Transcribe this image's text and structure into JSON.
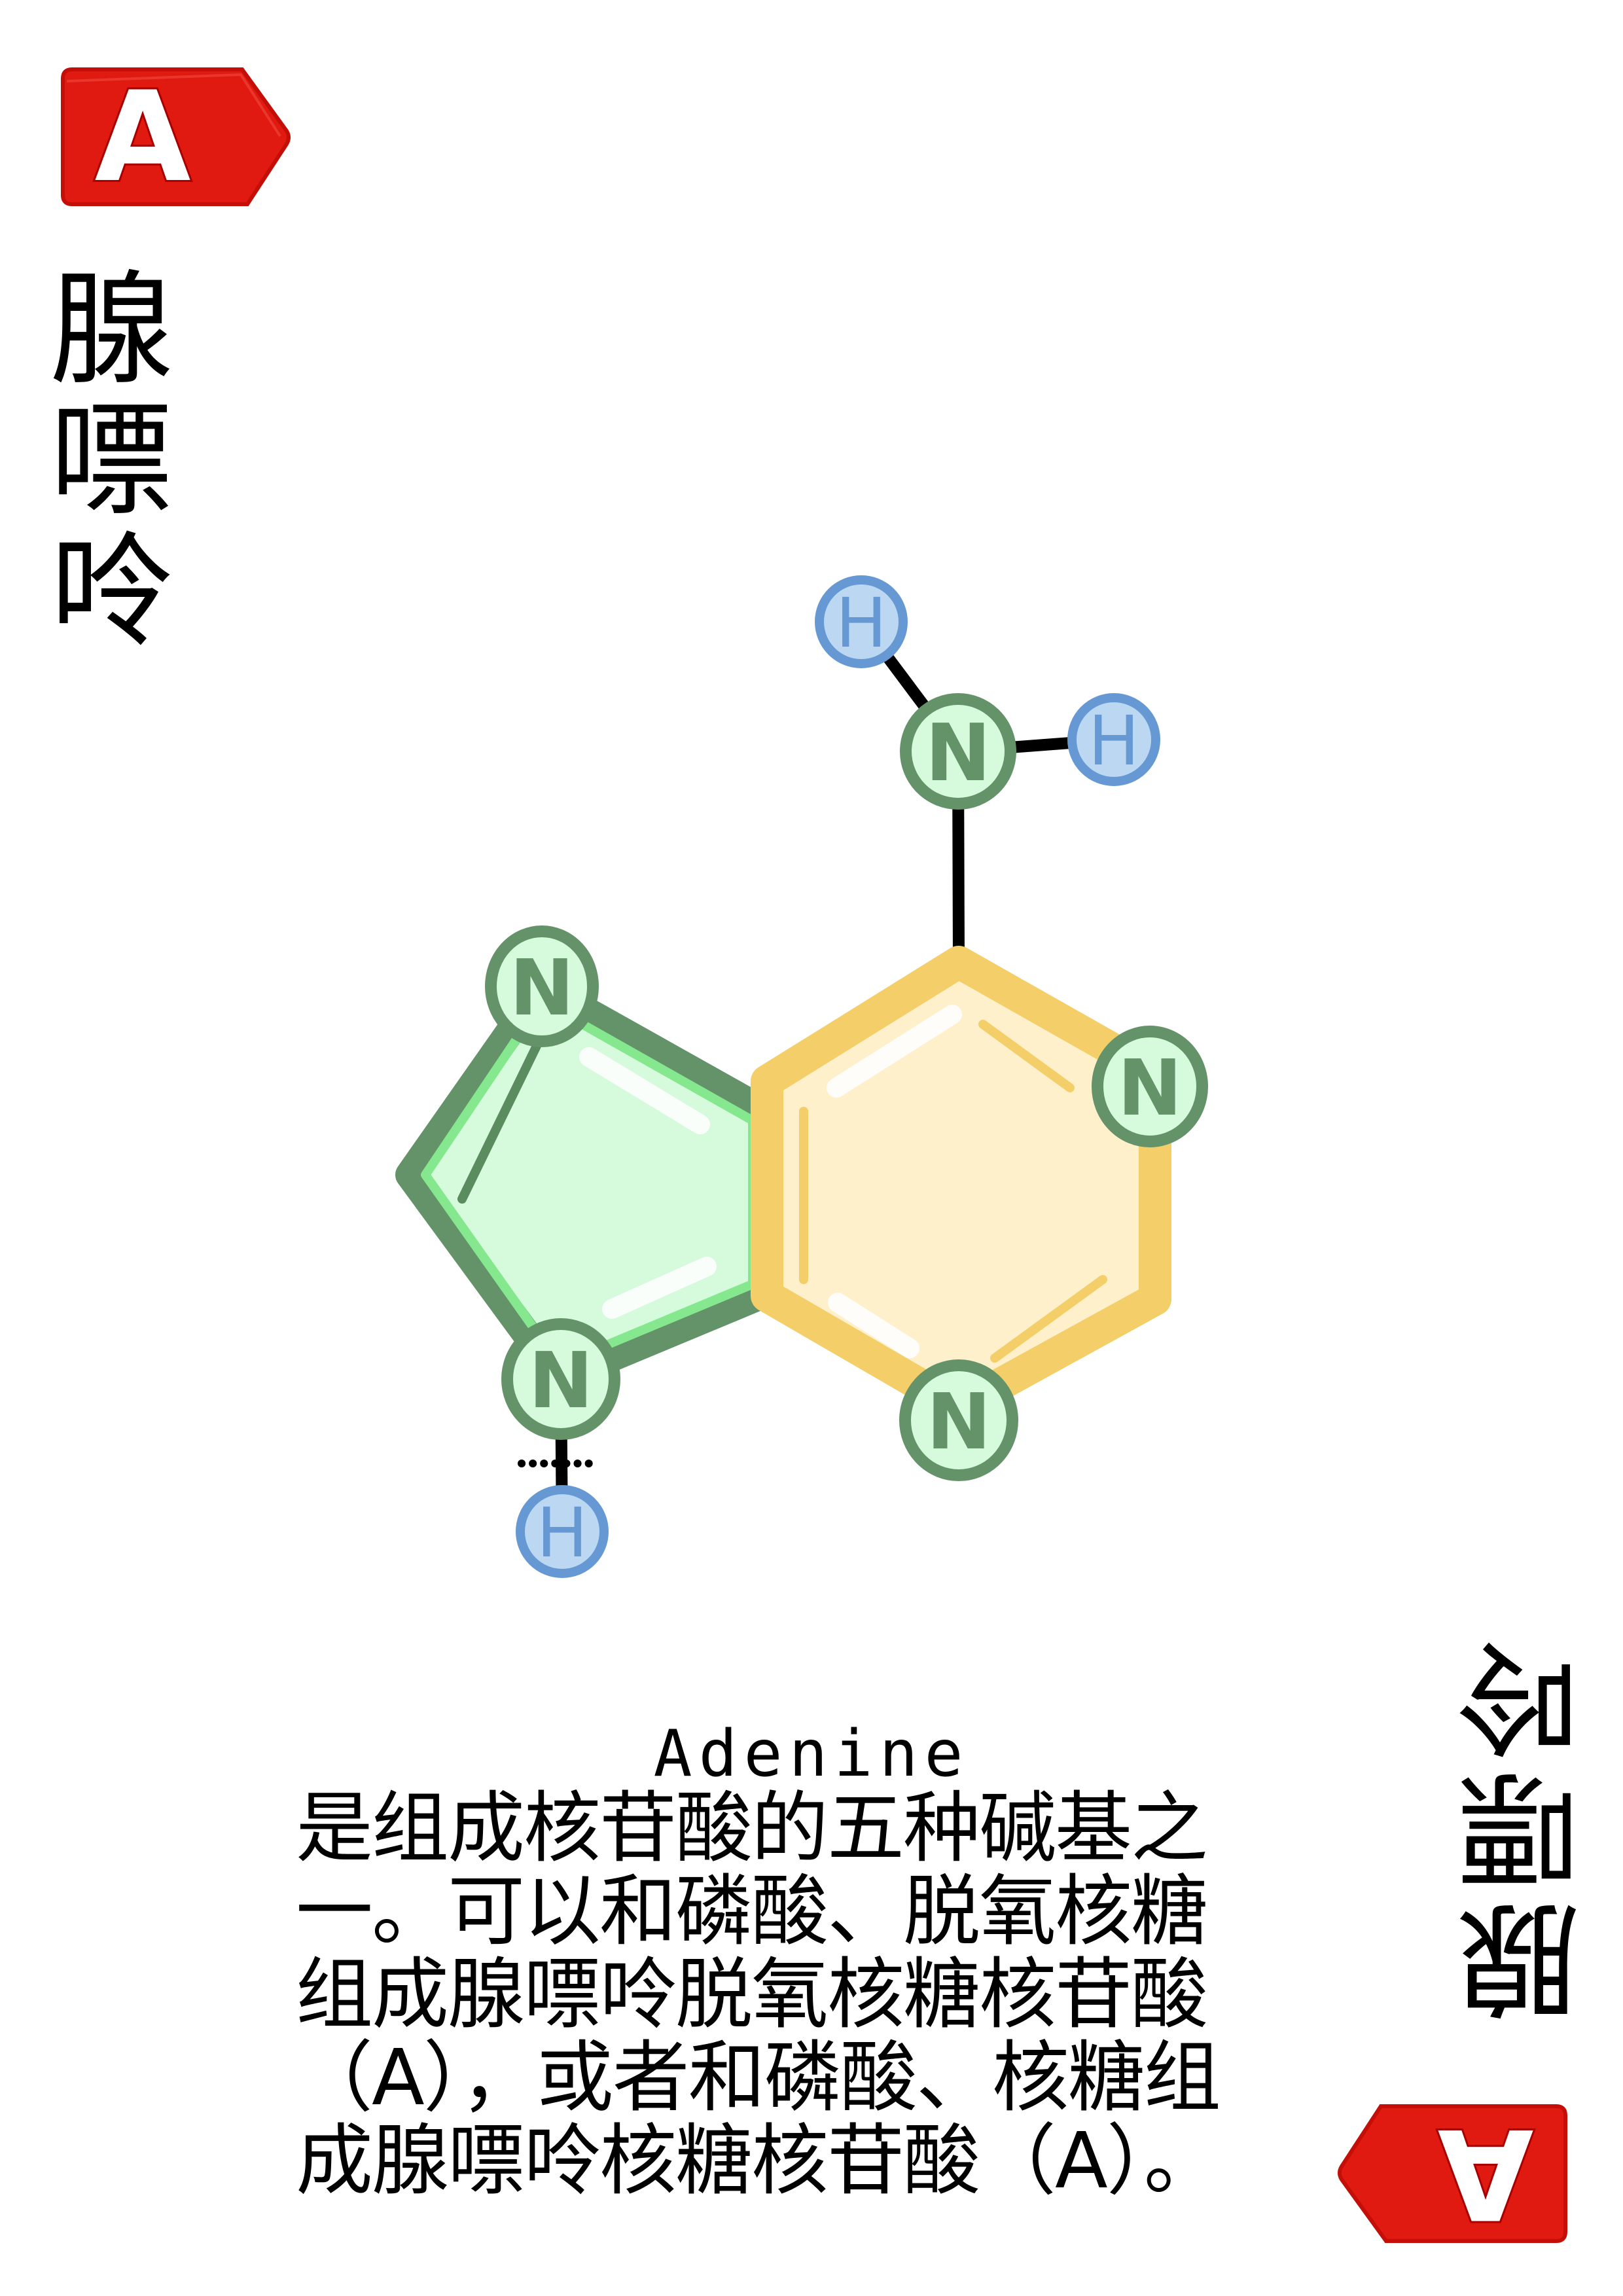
{
  "card": {
    "corner_letter": "A",
    "title_chars": [
      "腺",
      "嘌",
      "呤"
    ],
    "english_name": "Adenine",
    "description_lines": [
      "是组成核苷酸的五种碱基之",
      "一。可以和磷酸、脱氧核糖",
      "组成腺嘌呤脱氧核糖核苷酸",
      "（A），或者和磷酸、核糖组",
      "成腺嘌呤核糖核苷酸（A）。"
    ]
  },
  "molecule": {
    "atom_labels": {
      "nitrogen": "N",
      "hydrogen": "H"
    },
    "colors": {
      "tag_red": "#E01A10",
      "hexagon_stroke": "#F4CE68",
      "hexagon_fill": "#FFF0CC",
      "pentagon_outer": "#649369",
      "pentagon_inner": "#85E88E",
      "pentagon_fill": "#D6FADC",
      "nitrogen_stroke": "#649369",
      "nitrogen_fill": "#D6FADC",
      "hydrogen_stroke": "#6699D4",
      "hydrogen_fill": "#BCD7F2"
    }
  }
}
